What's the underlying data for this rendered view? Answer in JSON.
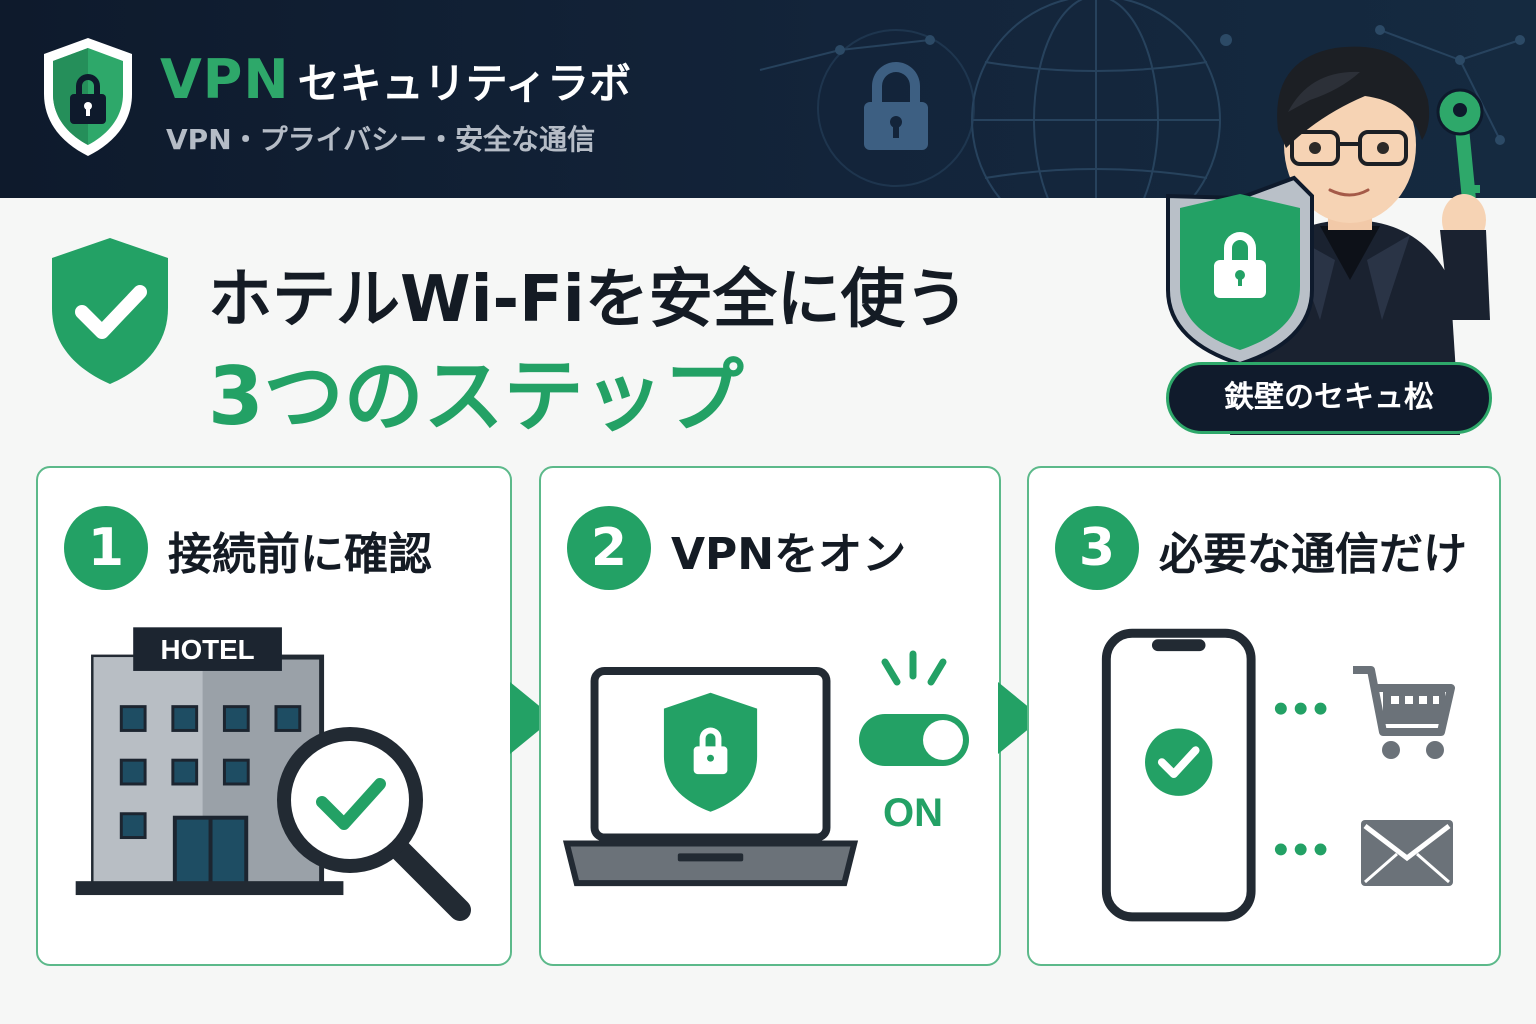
{
  "header": {
    "brand_accent": "VPN",
    "brand_name": "セキュリティラボ",
    "subtitle": "VPN・プライバシー・安全な通信"
  },
  "title": {
    "line1": "ホテルWi-Fiを安全に使う",
    "line2": "3つのステップ"
  },
  "mascot": {
    "name": "鉄壁のセキュ松"
  },
  "steps": [
    {
      "number": "1",
      "label": "接続前に確認",
      "sign_text": "HOTEL"
    },
    {
      "number": "2",
      "label": "VPNをオン",
      "toggle_text": "ON"
    },
    {
      "number": "3",
      "label": "必要な通信だけ"
    }
  ],
  "colors": {
    "accent_green": "#23a165",
    "header_navy": "#0e1a2c",
    "text_dark": "#141b24"
  },
  "icons": [
    "shield-lock-icon",
    "check-shield-icon",
    "globe-icon",
    "lock-icon",
    "hotel-building-icon",
    "magnifier-check-icon",
    "laptop-shield-icon",
    "toggle-on-icon",
    "smartphone-check-icon",
    "cart-icon",
    "mail-icon",
    "key-icon"
  ]
}
